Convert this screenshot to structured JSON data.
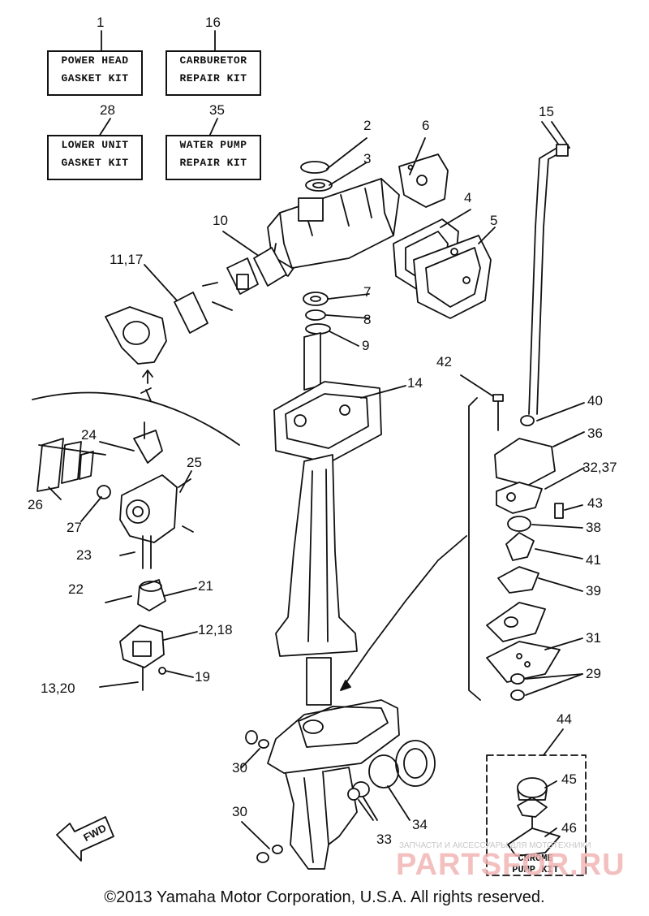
{
  "kits": [
    {
      "number": "1",
      "line1": "POWER HEAD",
      "line2": "GASKET KIT"
    },
    {
      "number": "16",
      "line1": "CARBURETOR",
      "line2": "REPAIR KIT"
    },
    {
      "number": "28",
      "line1": "LOWER UNIT",
      "line2": "GASKET KIT"
    },
    {
      "number": "35",
      "line1": "WATER PUMP",
      "line2": "REPAIR KIT"
    }
  ],
  "callouts": {
    "c2": "2",
    "c3": "3",
    "c4": "4",
    "c5": "5",
    "c6": "6",
    "c7": "7",
    "c8": "8",
    "c9": "9",
    "c10": "10",
    "c11_17": "11,17",
    "c12_18": "12,18",
    "c13_20": "13,20",
    "c14": "14",
    "c15": "15",
    "c19": "19",
    "c21": "21",
    "c22": "22",
    "c23": "23",
    "c24": "24",
    "c25": "25",
    "c26": "26",
    "c27": "27",
    "c29": "29",
    "c30a": "30",
    "c30b": "30",
    "c31": "31",
    "c32_37": "32,37",
    "c33": "33",
    "c34": "34",
    "c36": "36",
    "c38": "38",
    "c39": "39",
    "c40": "40",
    "c41": "41",
    "c42": "42",
    "c43": "43",
    "c44": "44",
    "c45": "45",
    "c46": "46"
  },
  "chrome_kit": {
    "line1": "CHROME",
    "line2": "PUMP KIT"
  },
  "fwd_label": "FWD",
  "copyright": "©2013 Yamaha Motor Corporation, U.S.A. All rights reserved.",
  "watermark": {
    "small": "ЗАПЧАСТИ И АКСЕССУАРЫ ДЛЯ МОТОТЕХНИКИ",
    "big": "PARTSFOR.RU"
  }
}
